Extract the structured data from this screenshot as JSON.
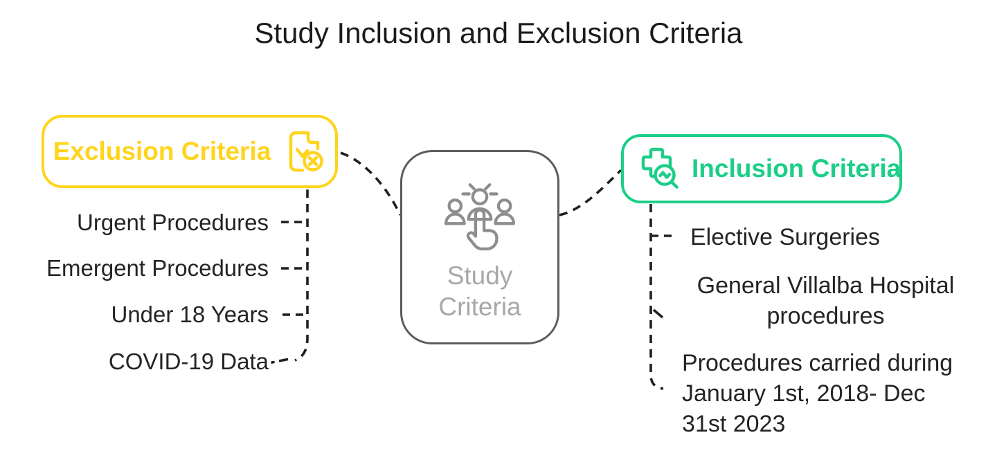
{
  "title": "Study Inclusion and Exclusion Criteria",
  "center_node": {
    "icon": "people-selection-icon",
    "label_lines": [
      "Study",
      "Criteria"
    ]
  },
  "exclusion": {
    "label": "Exclusion Criteria",
    "icon": "document-excluded-icon",
    "items": [
      "Urgent Procedures",
      "Emergent Procedures",
      "Under 18 Years",
      "COVID-19 Data"
    ]
  },
  "inclusion": {
    "label": "Inclusion Criteria",
    "icon": "medical-search-icon",
    "items": [
      {
        "lines": [
          "Elective Surgeries"
        ]
      },
      {
        "lines": [
          "General Villalba Hospital",
          "procedures"
        ]
      },
      {
        "lines": [
          "Procedures carried during",
          "January 1st, 2018- Dec",
          "31st 2023"
        ]
      }
    ]
  },
  "colors": {
    "accent_yellow": "#FFD41C",
    "accent_green": "#1CCE87",
    "node_border_gray": "#5C5C5C",
    "muted_text_gray": "#A8A8A8",
    "connector_black": "#1F1F1F",
    "text_dark": "#242424"
  }
}
